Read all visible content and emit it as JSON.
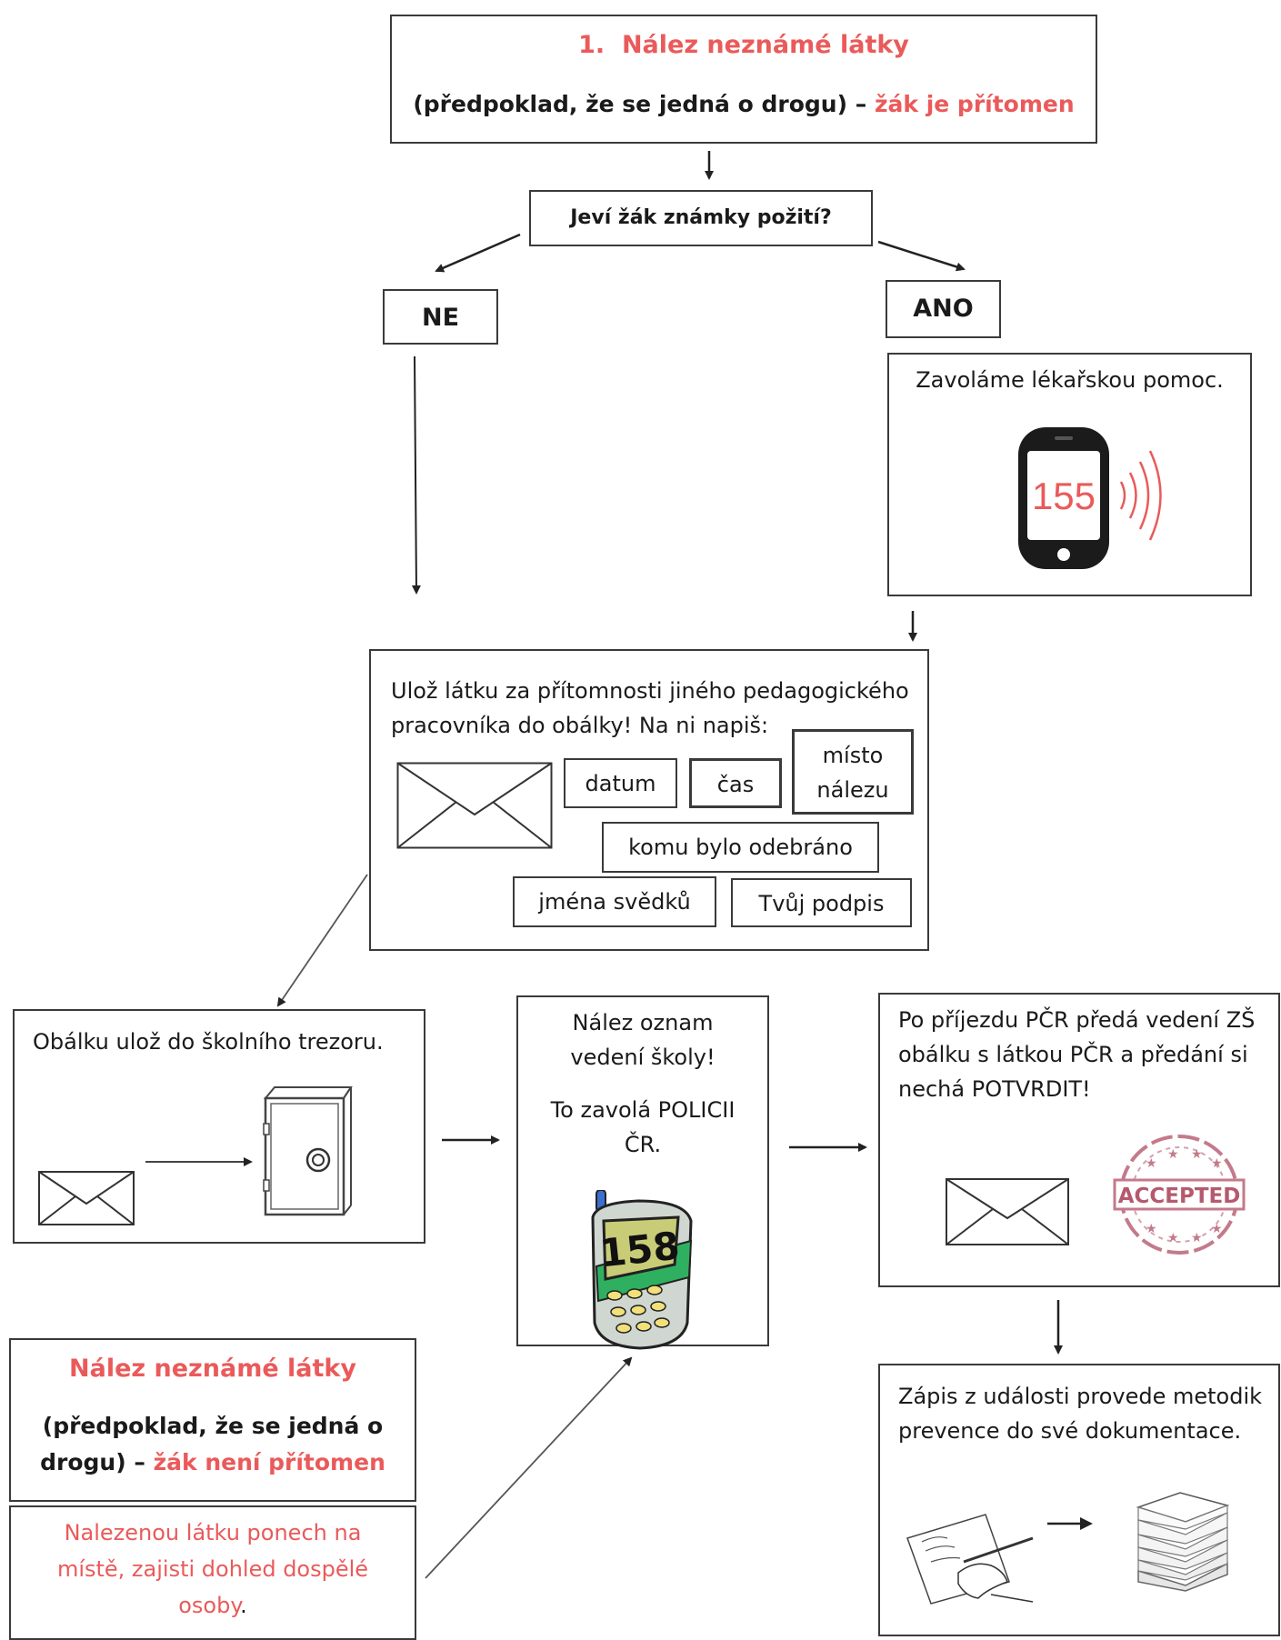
{
  "colors": {
    "accent": "#ea5a5a",
    "border": "#3a3a3a",
    "text": "#1a1a1a"
  },
  "top": {
    "number": "1.",
    "title": "Nález neznámé látky",
    "sub_black": "(předpoklad, že se jedná o drogu) –",
    "sub_red": "žák je přítomen"
  },
  "question": "Jeví žák známky požití?",
  "branch_no": "NE",
  "branch_yes": "ANO",
  "medical": {
    "text": "Zavoláme lékařskou pomoc.",
    "phone_number": "155",
    "icon": "mobile-phone-icon"
  },
  "envelope_box": {
    "line1": "Ulož látku za přítomnosti jiného pedagogického",
    "line2": "pracovníka do obálky! Na ni napiš:",
    "items": {
      "datum": "datum",
      "cas": "čas",
      "misto_1": "místo",
      "misto_2": "nálezu",
      "komu": "komu bylo odebráno",
      "svedci": "jména svědků",
      "podpis": "Tvůj podpis"
    },
    "icon": "envelope-icon"
  },
  "safe_box": {
    "text": "Obálku ulož do školního trezoru.",
    "icons": [
      "envelope-icon",
      "safe-icon"
    ]
  },
  "school_box": {
    "line1": "Nález oznam",
    "line2": "vedení školy!",
    "line3": "To zavolá POLICII",
    "line4": "ČR.",
    "phone_number": "158",
    "icon": "police-phone-icon"
  },
  "police_box": {
    "line1": "Po příjezdu PČR předá vedení ZŠ",
    "line2": "obálku s látkou PČR a předání si",
    "line3": "nechá POTVRDIT!",
    "stamp": "ACCEPTED",
    "icons": [
      "envelope-icon",
      "accepted-stamp-icon"
    ]
  },
  "record_box": {
    "line1": "Zápis z události provede metodik",
    "line2": "prevence do své dokumentace.",
    "icons": [
      "writing-hand-icon",
      "paper-stack-icon"
    ]
  },
  "absent": {
    "title": "Nález neznámé látky",
    "sub1": "(předpoklad, že se jedná o",
    "sub2_black": "drogu) –",
    "sub2_red": "žák není přítomen"
  },
  "leave_box": {
    "line1": "Nalezenou látku ponech na",
    "line2": "místě, zajisti dohled dospělé",
    "line3": "osoby",
    "period": "."
  }
}
